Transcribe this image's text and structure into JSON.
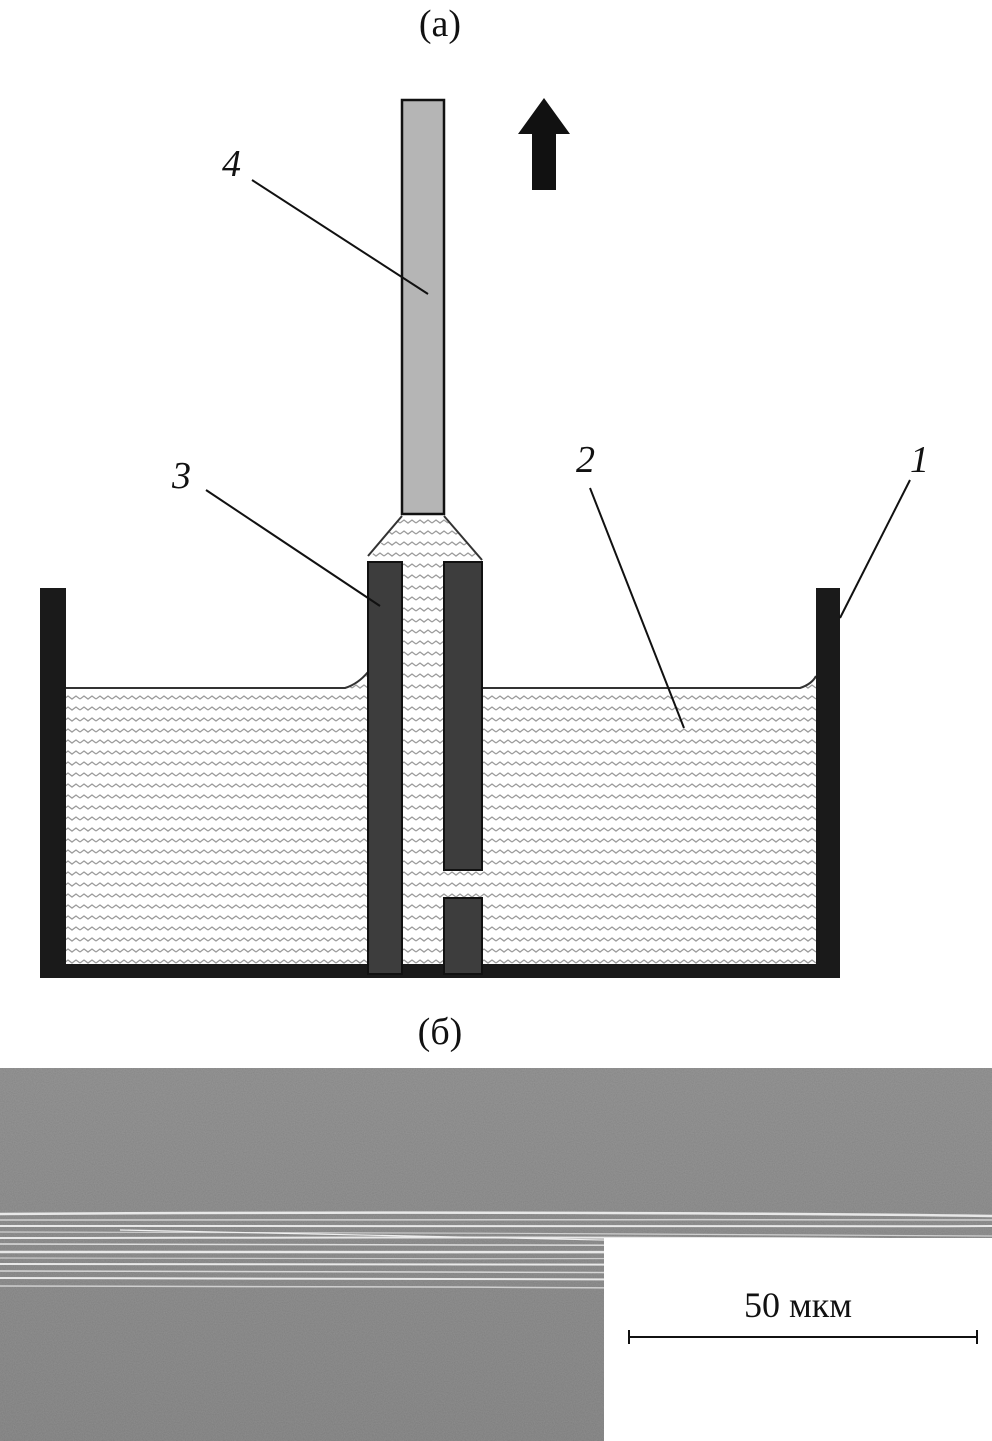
{
  "panels": {
    "a": {
      "label": "(а)"
    },
    "b": {
      "label": "(б)"
    }
  },
  "diagram": {
    "labels": [
      "1",
      "2",
      "3",
      "4"
    ],
    "arrow_direction": "up"
  },
  "micrograph": {
    "scale_bar_text": "50 мкм"
  },
  "colors": {
    "outline": "#1a1a1a",
    "rod": "#b5b5b5",
    "die_walls": "#3d3d3d",
    "micrograph_bg": "#7d7d7d",
    "fibers": "#e8e8e8"
  }
}
